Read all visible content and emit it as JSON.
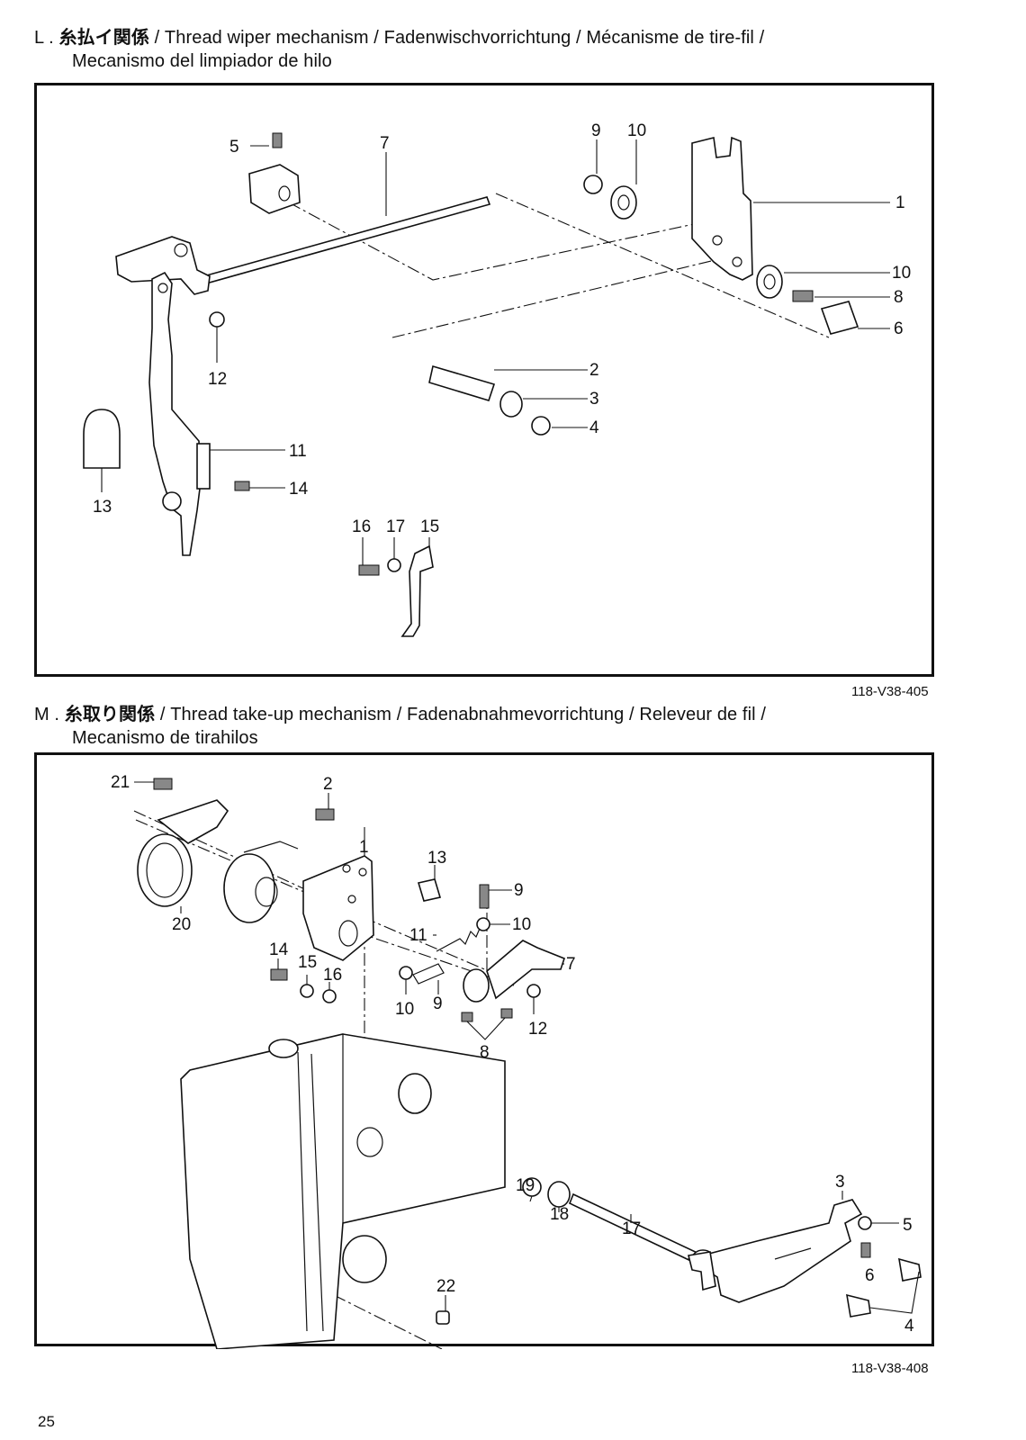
{
  "section_l": {
    "heading_line1_prefix": "L . ",
    "heading_jp": "糸払イ関係",
    "heading_line1_rest": " / Thread wiper mechanism / Fadenwischvorrichtung / Mécanisme de tire-fil /",
    "heading_line2": "Mecanismo del limpiador de hilo",
    "figure_code": "118-V38-405",
    "labels": [
      "1",
      "2",
      "3",
      "4",
      "5",
      "6",
      "7",
      "8",
      "9",
      "10",
      "10",
      "11",
      "12",
      "13",
      "14",
      "15",
      "16",
      "17"
    ]
  },
  "section_m": {
    "heading_line1_prefix": "M . ",
    "heading_jp": "糸取り関係",
    "heading_line1_rest": " / Thread take-up mechanism / Fadenabnahmevorrichtung / Releveur de fil /",
    "heading_line2": "Mecanismo de tirahilos",
    "figure_code": "118-V38-408",
    "labels": [
      "1",
      "2",
      "3",
      "4",
      "5",
      "6",
      "7",
      "8",
      "9",
      "9",
      "10",
      "10",
      "11",
      "12",
      "13",
      "14",
      "15",
      "16",
      "17",
      "18",
      "19",
      "20",
      "21",
      "22"
    ]
  },
  "page_number": "25"
}
